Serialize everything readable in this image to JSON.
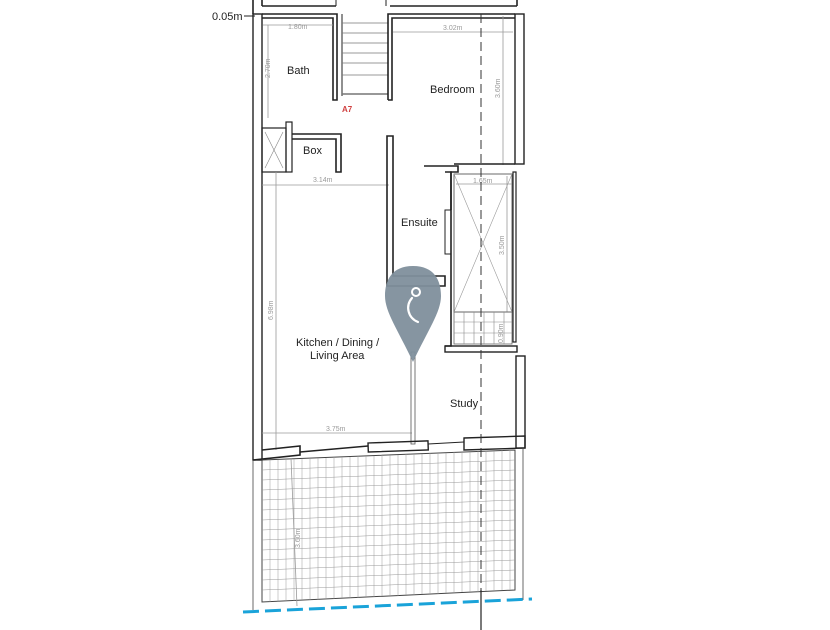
{
  "plan": {
    "level_marker": "0.05m",
    "reference_tag": "A7",
    "rooms": [
      {
        "id": "bath",
        "label": "Bath"
      },
      {
        "id": "bedroom",
        "label": "Bedroom"
      },
      {
        "id": "box",
        "label": "Box"
      },
      {
        "id": "ensuite",
        "label": "Ensuite"
      },
      {
        "id": "kitchen",
        "label_line1": "Kitchen / Dining /",
        "label_line2": "Living Area"
      },
      {
        "id": "study",
        "label": "Study"
      }
    ],
    "dimensions": {
      "bath_width": "1.80m",
      "bath_depth": "2.70m",
      "bedroom_width": "3.02m",
      "bedroom_depth": "3.60m",
      "kitchen_top_width": "3.14m",
      "kitchen_depth": "6.98m",
      "kitchen_bottom_width": "3.75m",
      "void_width": "1.65m",
      "void_depth": "3.50m",
      "balcony_depth": "0.90m",
      "terrace_depth": "3.60m"
    },
    "colors": {
      "wall": "#222222",
      "dimension": "#9a9a9a",
      "boundary_line": "#1aa3d9",
      "marker": "#7f8f9c",
      "reference_tag": "#d04040"
    }
  },
  "marker": {
    "icon": "location-pin-icon",
    "color": "#7f8f9c"
  }
}
